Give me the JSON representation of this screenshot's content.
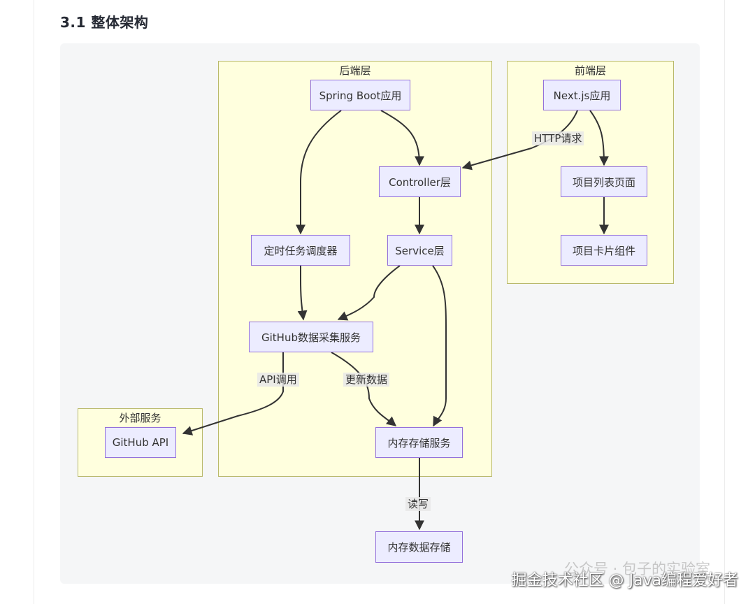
{
  "heading": "3.1 整体架构",
  "clusters": {
    "backend": "后端层",
    "frontend": "前端层",
    "external": "外部服务"
  },
  "nodes": {
    "spring_boot": "Spring Boot应用",
    "controller": "Controller层",
    "scheduler": "定时任务调度器",
    "service": "Service层",
    "github_collector": "GitHub数据采集服务",
    "memory_storage_service": "内存存储服务",
    "memory_data_store": "内存数据存储",
    "github_api": "GitHub API",
    "nextjs": "Next.js应用",
    "project_list_page": "项目列表页面",
    "project_card": "项目卡片组件"
  },
  "edge_labels": {
    "http_request": "HTTP请求",
    "api_call": "API调用",
    "update_data": "更新数据",
    "read_write": "读写"
  },
  "watermark": {
    "faint": "公众号 · 包子的实验室",
    "main": "掘金技术社区 @ Java编程爱好者"
  }
}
